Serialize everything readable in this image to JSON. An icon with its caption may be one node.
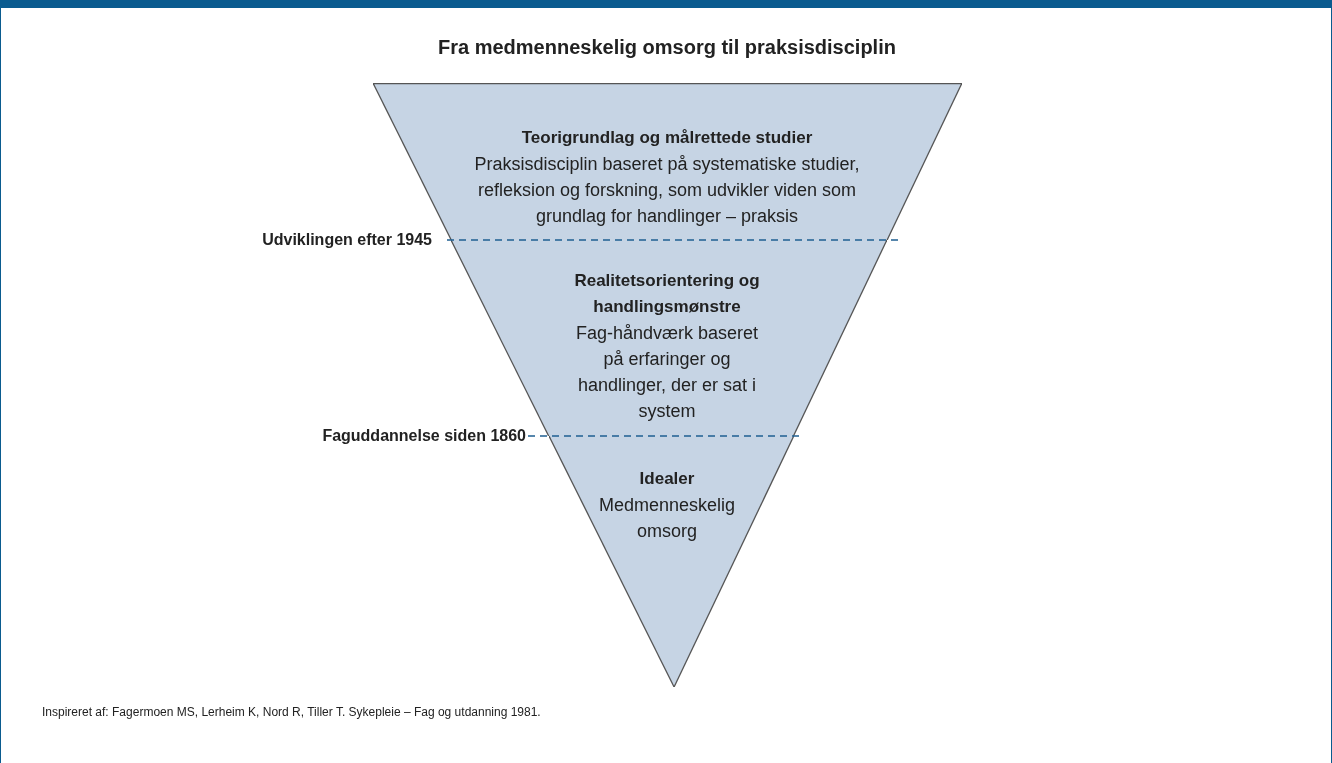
{
  "diagram": {
    "title": "Fra medmenneskelig omsorg til praksisdisciplin",
    "caption": "Inspireret af: Fagermoen MS, Lerheim K, Nord R, Tiller T. Sykepleie – Fag og utdanning 1981.",
    "nodes": [
      {
        "text": [
          "Teorigrundlag og målrettede studier",
          "Praksisdisciplin baseret på systematiske studier, refleksion og forskning, som udvikler viden som grundlag for handlinger – praksis"
        ]
      },
      {
        "text": [
          "Realitetsorientering og handlingsmønstre",
          "Fag-håndværk baseret på erfaringer og handlinger, der er sat i system"
        ]
      },
      {
        "text": [
          "Idealer",
          "Medmenneskelig omsorg"
        ]
      }
    ],
    "labels": [
      "Udviklingen efter 1945",
      "Faguddannelse siden 1860"
    ]
  }
}
